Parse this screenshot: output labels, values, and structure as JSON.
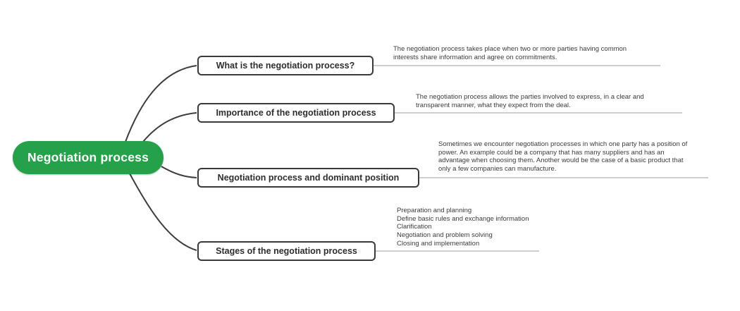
{
  "root": {
    "label": "Negotiation process",
    "color": "#25a249",
    "text_color": "#ffffff"
  },
  "branches": [
    {
      "label": "What is the negotiation process?",
      "note_lines": [
        "The negotiation process takes place when two or more parties having common",
        "interests share information and agree on commitments."
      ]
    },
    {
      "label": "Importance of the negotiation process",
      "note_lines": [
        "The negotiation process allows the parties involved to express, in a clear and",
        "transparent manner, what they expect from the deal."
      ]
    },
    {
      "label": "Negotiation process and dominant position",
      "note_lines": [
        "Sometimes we encounter negotiation processes in which one party has a position of",
        "power. An example could be a company that has many suppliers and has an",
        "advantage when choosing them. Another would be the case of a basic product that",
        "only a few companies can manufacture."
      ]
    },
    {
      "label": "Stages of the negotiation process",
      "note_lines": [
        "Preparation and planning",
        "Define basic rules and exchange information",
        "Clarification",
        "Negotiation and problem solving",
        "Closing and implementation"
      ]
    }
  ],
  "style": {
    "branch_curve_color": "#3d3d3d",
    "note_line_color": "#9c9c9c",
    "box_border_color": "#3a3a3a"
  }
}
